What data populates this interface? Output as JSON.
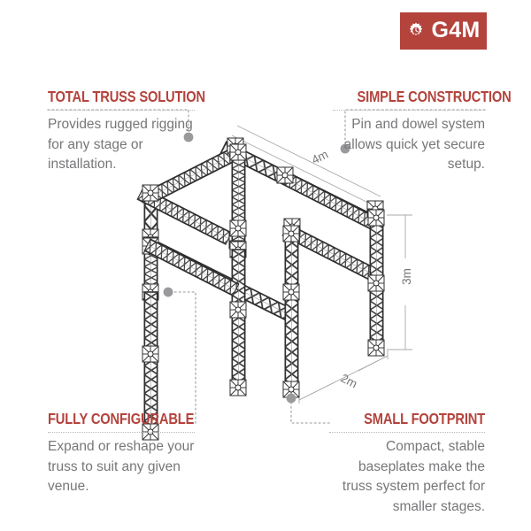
{
  "page": {
    "background_color": "#ffffff",
    "accent_color": "#b4433c",
    "body_text_color": "#77777a",
    "line_color": "#b9b9bc"
  },
  "logo": {
    "text": "G4M",
    "icon": "gear-icon",
    "background_color": "#b4433c",
    "text_color": "#ffffff"
  },
  "features": {
    "top_left": {
      "heading": "TOTAL TRUSS SOLUTION",
      "body": "Provides rugged rigging for any stage or installation."
    },
    "top_right": {
      "heading": "SIMPLE CONSTRUCTION",
      "body": "Pin and dowel system allows quick yet secure setup."
    },
    "bottom_left": {
      "heading": "FULLY CONFIGURABLE",
      "body": "Expand or reshape your truss to suit any given venue."
    },
    "bottom_right": {
      "heading": "SMALL FOOTPRINT",
      "body": "Compact, stable baseplates make the truss system perfect for smaller stages."
    }
  },
  "diagram": {
    "name": "isometric-truss-structure",
    "dimensions": {
      "length": "4m",
      "height": "3m",
      "depth": "2m"
    }
  }
}
